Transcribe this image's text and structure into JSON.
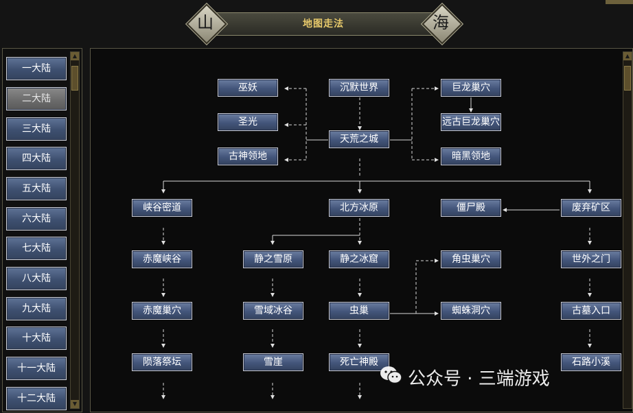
{
  "header": {
    "title": "地图走法",
    "left_char": "山",
    "right_char": "海"
  },
  "sidebar": {
    "items": [
      {
        "label": "一大陆",
        "active": false
      },
      {
        "label": "二大陆",
        "active": true
      },
      {
        "label": "三大陆",
        "active": false
      },
      {
        "label": "四大陆",
        "active": false
      },
      {
        "label": "五大陆",
        "active": false
      },
      {
        "label": "六大陆",
        "active": false
      },
      {
        "label": "七大陆",
        "active": false
      },
      {
        "label": "八大陆",
        "active": false
      },
      {
        "label": "九大陆",
        "active": false
      },
      {
        "label": "十大陆",
        "active": false
      },
      {
        "label": "十一大陆",
        "active": false
      },
      {
        "label": "十二大陆",
        "active": false
      }
    ]
  },
  "map": {
    "nodes": {
      "wuyao": "巫妖",
      "shengguang": "圣光",
      "gushen": "古神领地",
      "chenmo": "沉默世界",
      "tianhuang": "天荒之城",
      "julong": "巨龙巢穴",
      "yuangu": "远古巨龙巢穴",
      "anhei": "暗黑领地",
      "xiagu": "峡谷密道",
      "beifang": "北方冰原",
      "jiangshi": "僵尸殿",
      "feiqi": "废弃矿区",
      "chimo_xiagu": "赤魔峡谷",
      "jing_xueyuan": "静之雪原",
      "jing_bingku": "静之冰窟",
      "jiaochong": "角虫巢穴",
      "shiwai": "世外之门",
      "chimo_chaoxue": "赤魔巢穴",
      "xueyu": "雪域冰谷",
      "chongchao": "虫巢",
      "zhizhu": "蜘蛛洞穴",
      "gumu": "古墓入口",
      "yunluo": "陨落祭坛",
      "xueya": "雪崖",
      "siwang": "死亡神殿",
      "shilu": "石路小溪"
    }
  },
  "watermark": {
    "text": "公众号 · 三端游戏",
    "icon": "wechat-icon"
  }
}
